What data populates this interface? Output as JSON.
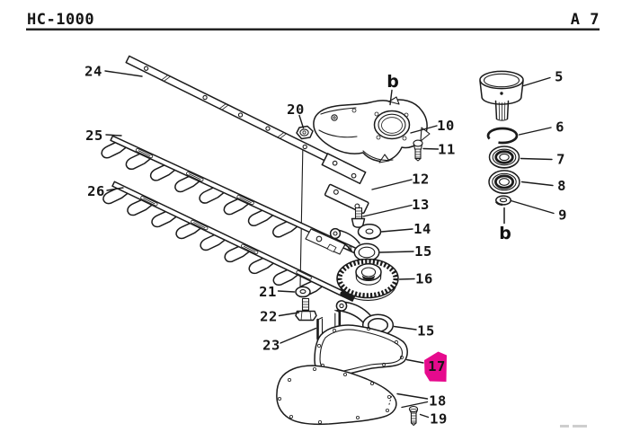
{
  "header": {
    "model": "HC-1000",
    "page": "A 7"
  },
  "figure": {
    "type": "exploded-parts-diagram",
    "highlighted_callout": "17",
    "highlight_color": "#e60a8d",
    "callouts": {
      "c24": "24",
      "c25": "25",
      "c26": "26",
      "c20": "20",
      "b_top": "b",
      "c10": "10",
      "c11": "11",
      "c12": "12",
      "c13": "13",
      "c14": "14",
      "c15a": "15",
      "c16": "16",
      "c21": "21",
      "c22": "22",
      "c23": "23",
      "c15b": "15",
      "c17": "17",
      "c18": "18",
      "c19": "19",
      "c5": "5",
      "c6": "6",
      "c7": "7",
      "c8": "8",
      "c9": "9",
      "b_bottom": "b"
    }
  }
}
